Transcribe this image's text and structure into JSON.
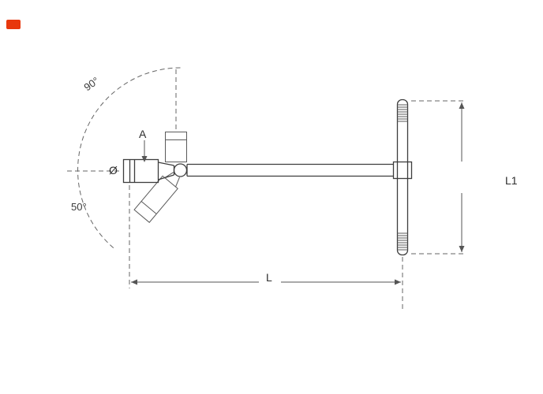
{
  "page": {
    "background": "#ffffff"
  },
  "brand": {
    "logo_color": "#e8380d"
  },
  "drawing": {
    "line_color": "#3d3d3d",
    "labels": {
      "angle_upper": "90°",
      "angle_lower": "50°",
      "socket_size": "A",
      "diameter": "Ø",
      "length": "L",
      "handle_length": "L1"
    }
  }
}
